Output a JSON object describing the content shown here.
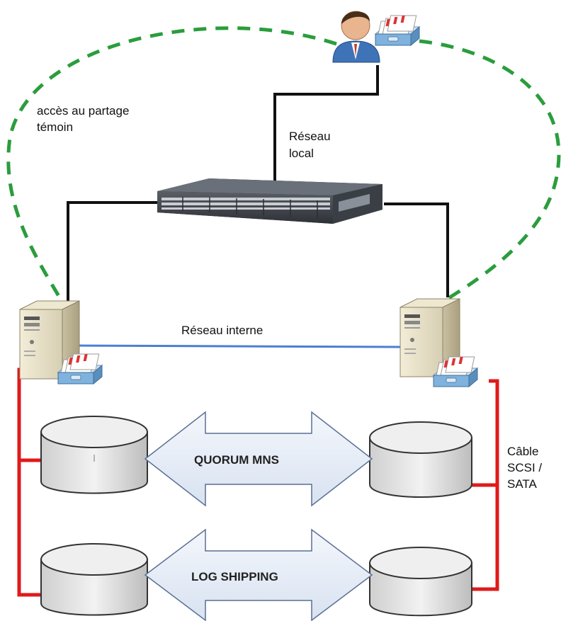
{
  "labels": {
    "witness_access": [
      "accès au partage",
      "témoin"
    ],
    "local_network": [
      "Réseau",
      "local"
    ],
    "internal_network": "Réseau interne",
    "cable": [
      "Câble",
      "SCSI /",
      "SATA"
    ],
    "quorum_arrow": "QUORUM MNS",
    "logshipping_arrow": "LOG SHIPPING"
  },
  "colors": {
    "witness_link": "#2a9d3c",
    "lan_cable": "#111111",
    "internal_link": "#4a7fd4",
    "storage_cable": "#e01a1a",
    "arrow_fill": "#e3ebf6",
    "disk_fill": "#e6e6e6"
  },
  "icons": {
    "client": "user-with-mailbox-icon",
    "switch": "network-switch-icon",
    "server_left": "tower-server-icon",
    "server_right": "tower-server-icon",
    "mailbox": "mail-tray-icon",
    "disk": "disk-cylinder-icon"
  }
}
